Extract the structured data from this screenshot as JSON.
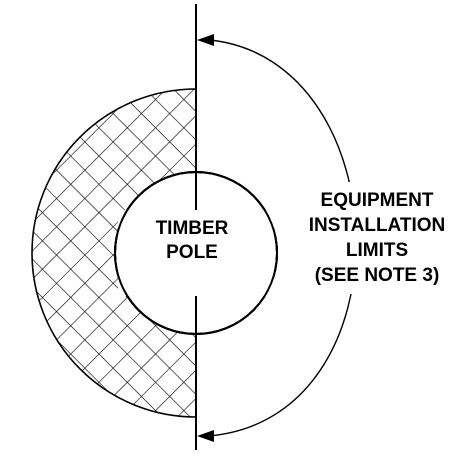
{
  "diagram": {
    "pole_label": [
      "TIMBER",
      "POLE"
    ],
    "limits_label": [
      "EQUIPMENT",
      "INSTALLATION",
      "LIMITS",
      "(SEE NOTE 3)"
    ]
  },
  "colors": {
    "stroke": "#000000",
    "background": "#ffffff"
  }
}
